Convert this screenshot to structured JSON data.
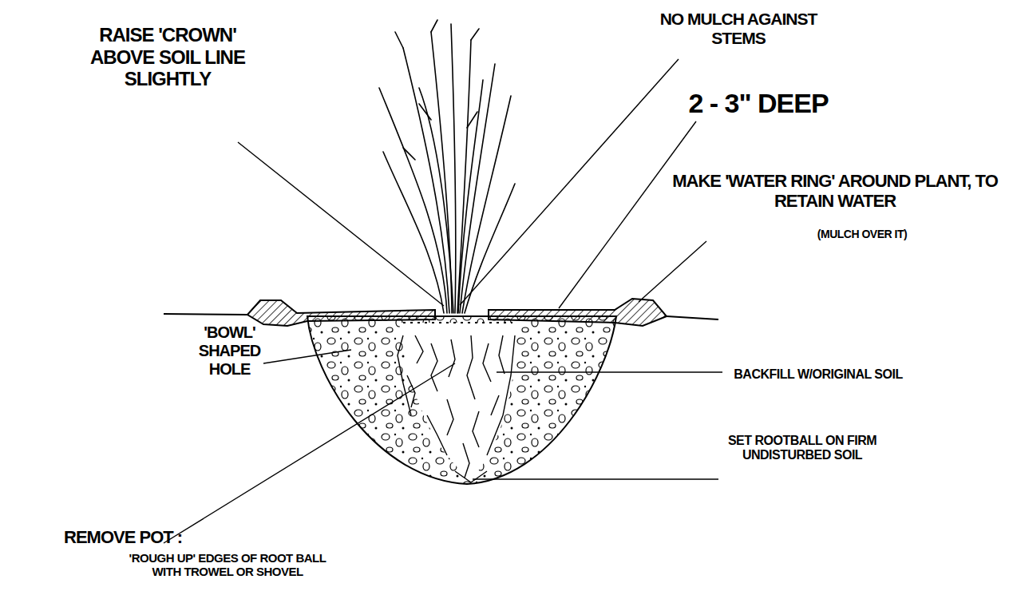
{
  "diagram": {
    "labels": [
      "RAISE 'CROWN' ABOVE SOIL LINE SLIGHTLY",
      "NO MULCH AGAINST STEMS",
      "2 - 3\" DEEP",
      "MAKE 'WATER RING' AROUND PLANT, TO RETAIN WATER",
      "(MULCH OVER IT)",
      "'BOWL' SHAPED HOLE",
      "BACKFILL W/ORIGINAL SOIL",
      "SET ROOTBALL ON FIRM UNDISTURBED SOIL",
      "REMOVE POT :",
      "'ROUGH UP' EDGES OF ROOT BALL WITH TROWEL OR SHOVEL"
    ]
  }
}
